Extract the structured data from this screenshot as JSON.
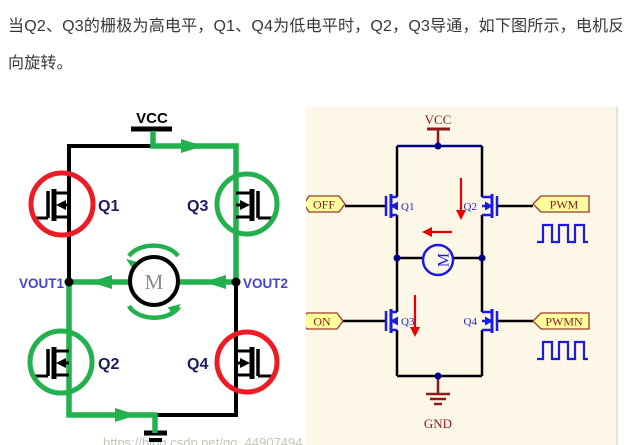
{
  "header": {
    "line1": "当Q2、Q3的栅极为高电平，Q1、Q4为低电平时，Q2，Q3导通，如下图所示，电机反",
    "line2": "向旋转。"
  },
  "left_diagram": {
    "vcc_label": "VCC",
    "vout1_label": "VOUT1",
    "vout2_label": "VOUT2",
    "motor_label": "M",
    "q1_label": "Q1",
    "q2_label": "Q2",
    "q3_label": "Q3",
    "q4_label": "Q4",
    "colors": {
      "wire": "#000000",
      "current_path_green": "#22b14c",
      "off_circle_red": "#ed1c24",
      "on_circle_green": "#22b14c",
      "vout_text_blue": "#4443d0",
      "motor_letter_gray": "#8b8b8b"
    }
  },
  "right_diagram": {
    "vcc_label": "VCC",
    "gnd_label": "GND",
    "q1_label": "Q1",
    "q2_label": "Q2",
    "q3_label": "Q3",
    "q4_label": "Q4",
    "motor_label": "M",
    "port_off": "OFF",
    "port_on": "ON",
    "port_pwm": "PWM",
    "port_pwmn": "PWMN",
    "colors": {
      "background_cream": "#fcf7e6",
      "wire_black": "#000000",
      "rail_navy": "#00008b",
      "mosfet_blue": "#1a1ae0",
      "power_dark_red": "#8b1a1a",
      "current_arrow_red": "#e60000",
      "port_fill_yellow": "#ffff9e",
      "port_border": "#9b3a2a"
    }
  },
  "watermark": "https://blog.csdn.net/qq_44907494"
}
